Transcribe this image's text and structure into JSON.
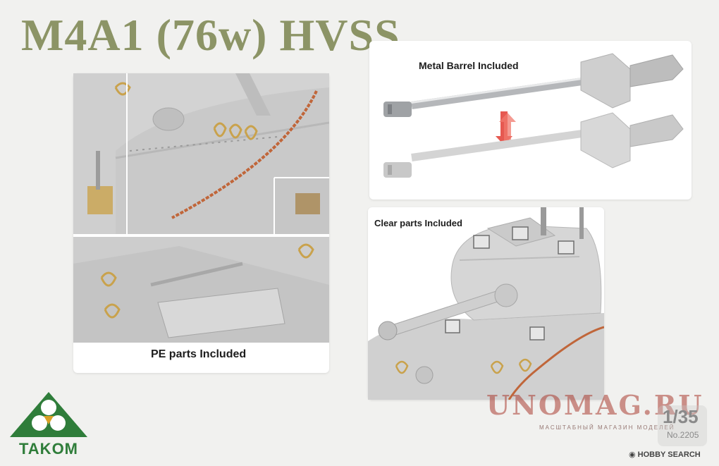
{
  "title": "M4A1 (76w) HVSS",
  "cards": {
    "pe": {
      "caption": "PE parts Included"
    },
    "barrel": {
      "caption": "Metal Barrel Included"
    },
    "clear": {
      "caption": "Clear parts Included"
    }
  },
  "brand": {
    "name": "TAKOM"
  },
  "watermark": {
    "main": "UNOMAG.RU",
    "sub": "МАСШТАБНЫЙ МАГАЗИН МОДЕЛЕЙ"
  },
  "kit": {
    "scale": "1/35",
    "number": "No.2205"
  },
  "credit": "HOBBY SEARCH",
  "colors": {
    "title": "#8c9466",
    "brand": "#2f7d3a",
    "metal": "#b9bbbd",
    "plastic": "#d9d9d9",
    "pe_brass": "#c9a24c",
    "copper_cable": "#c0663a"
  }
}
